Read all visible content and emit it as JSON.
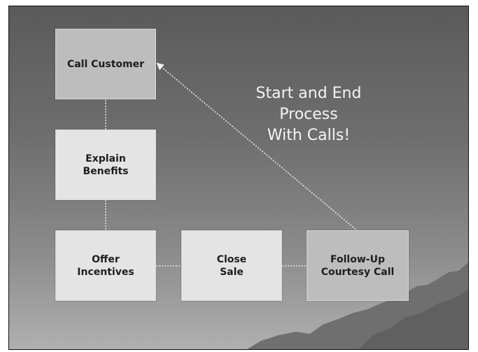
{
  "steps": {
    "call_customer": "Call Customer",
    "explain_benefits": "Explain\nBenefits",
    "offer_incentives": "Offer\nIncentives",
    "close_sale": "Close\nSale",
    "follow_up": "Follow-Up\nCourtesy Call"
  },
  "callout_text": "Start and End\nProcess\nWith Calls!",
  "colors": {
    "box_light": "#e4e4e4",
    "box_highlight": "#bdbdbd",
    "connector": "#e8e8e8",
    "callout_text": "#f4f4f4"
  }
}
